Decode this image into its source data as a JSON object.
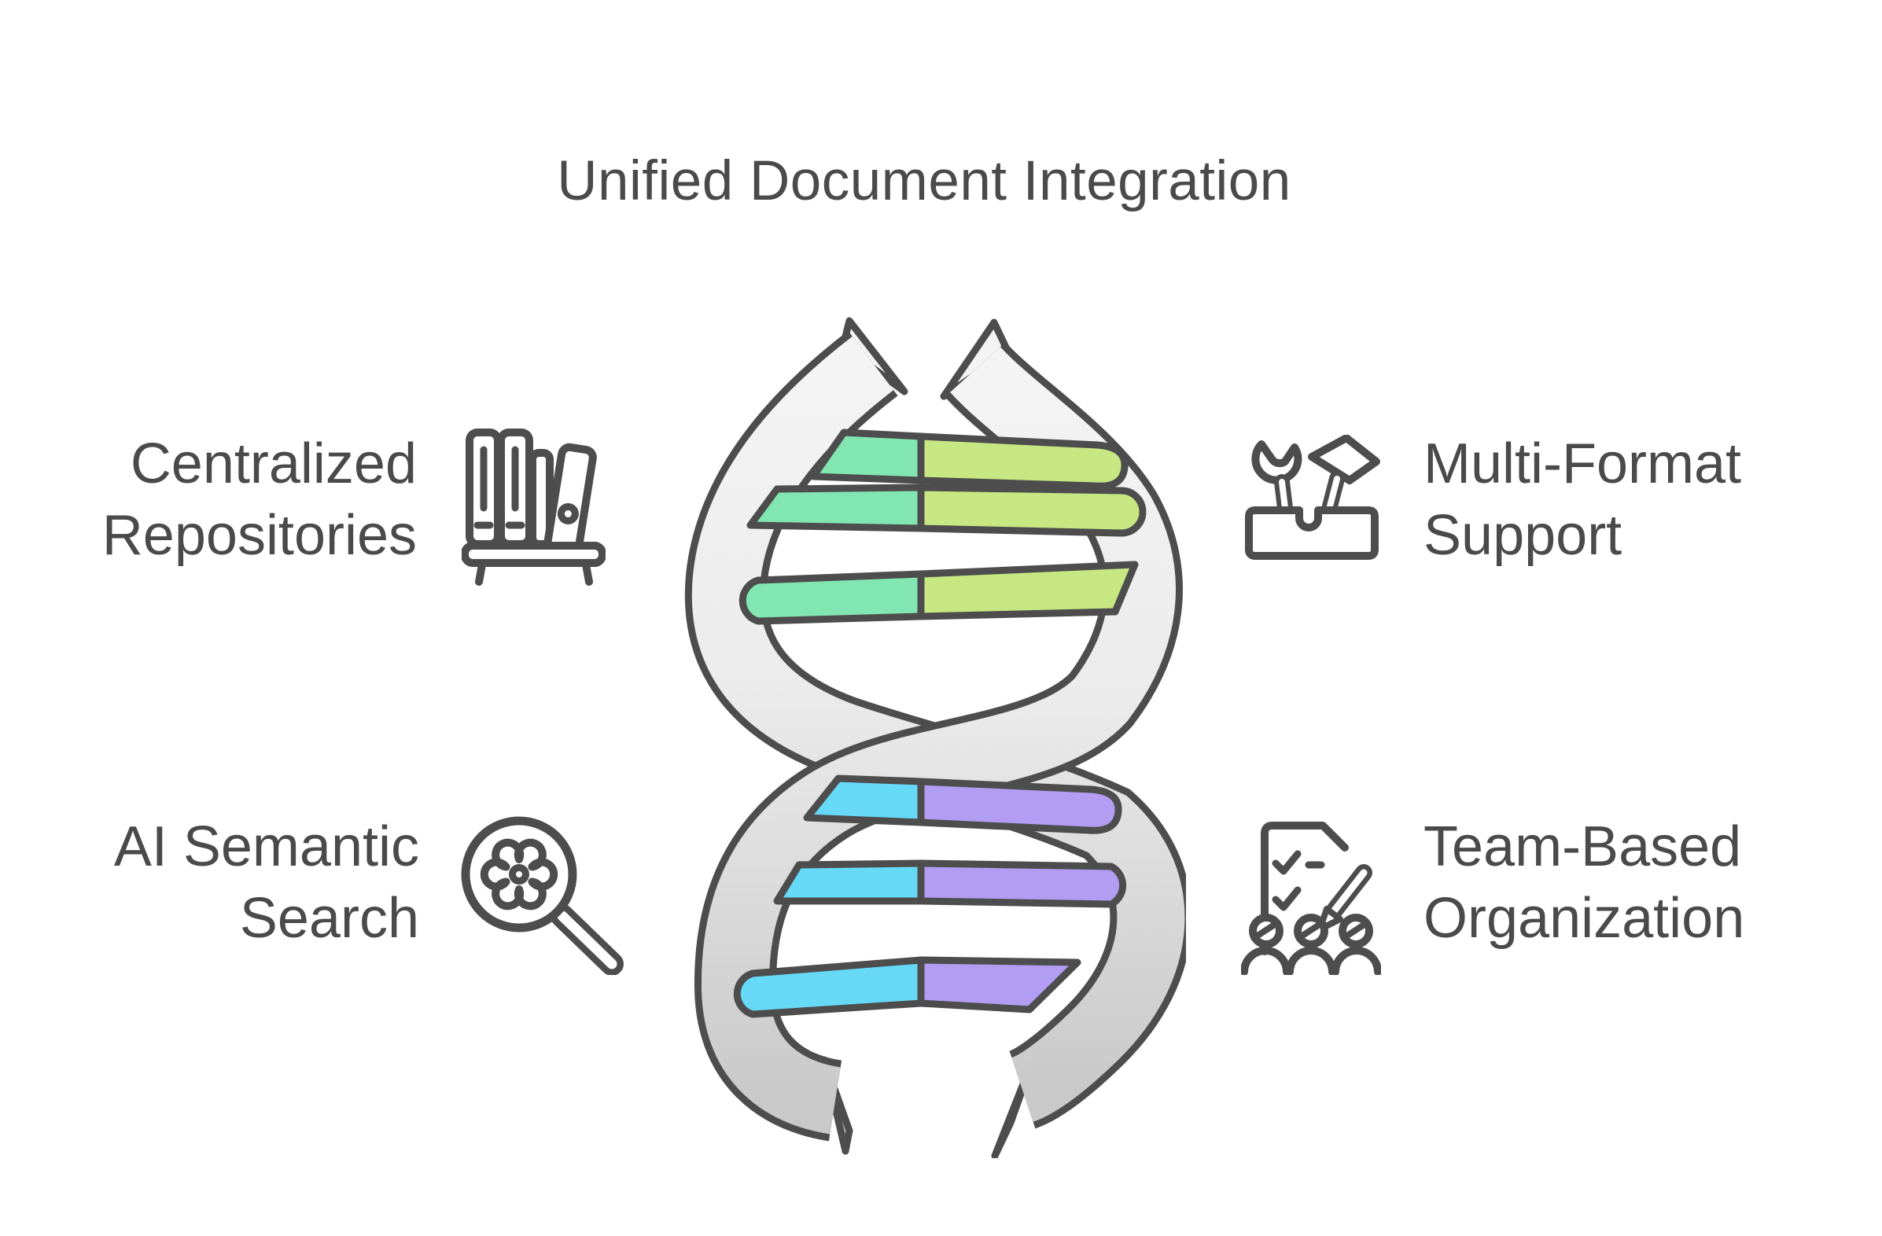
{
  "title": "Unified Document Integration",
  "background": "#ffffff",
  "text_color": "#4a4a4a",
  "features": {
    "top_left": {
      "line1": "Centralized",
      "line2": "Repositories",
      "icon": "bookshelf"
    },
    "top_right": {
      "line1": "Multi-Format",
      "line2": "Support",
      "icon": "toolbox"
    },
    "bottom_left": {
      "line1": "AI Semantic",
      "line2": "Search",
      "icon": "magnifier-gear"
    },
    "bottom_right": {
      "line1": "Team-Based",
      "line2": "Organization",
      "icon": "team-checklist"
    }
  },
  "helix": {
    "description": "DNA double helix with six rungs",
    "colors": {
      "rung_top_left_half": "#82e6b2",
      "rung_top_right_half": "#c6e781",
      "rung_bottom_left_half": "#66d9f7",
      "rung_bottom_right_half": "#b29df3",
      "strand_top": "#f3f3f3",
      "strand_bottom": "#c9c9c9",
      "outline": "#4d4d4d"
    }
  }
}
